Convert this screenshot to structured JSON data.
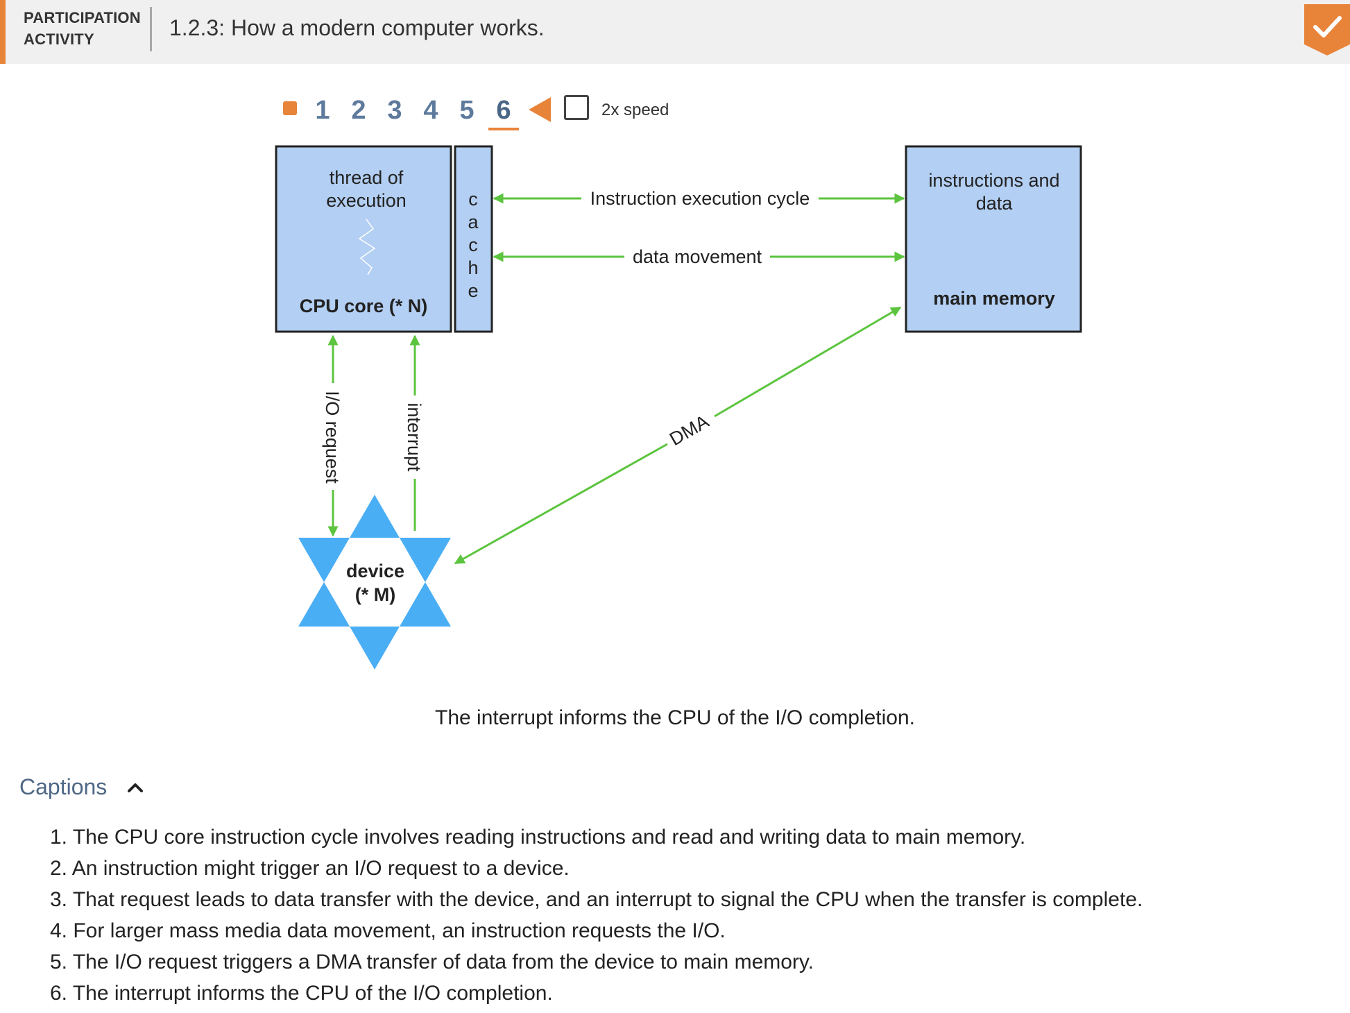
{
  "header": {
    "label_line1": "PARTICIPATION",
    "label_line2": "ACTIVITY",
    "title": "1.2.3: How a modern computer works.",
    "completed_icon": "checkmark-icon",
    "accent_color": "#e8843a"
  },
  "controls": {
    "steps": [
      "1",
      "2",
      "3",
      "4",
      "5",
      "6"
    ],
    "active_step": "6",
    "speed_label": "2x speed",
    "stop_icon": "stop-icon",
    "play_back_icon": "play-back-icon"
  },
  "diagram": {
    "cpu_thread_line1": "thread of",
    "cpu_thread_line2": "execution",
    "cpu_label": "CPU core (* N)",
    "cache_letters": [
      "c",
      "a",
      "c",
      "h",
      "e"
    ],
    "memory_line1": "instructions and",
    "memory_line2": "data",
    "memory_label": "main memory",
    "instruction_cycle_label": "Instruction execution cycle",
    "data_movement_label": "data movement",
    "io_request_label": "I/O request",
    "interrupt_label": "interrupt",
    "dma_label": "DMA",
    "device_line1": "device",
    "device_line2": "(* M)",
    "box_color": "#b3cff3",
    "device_color": "#4aaef5",
    "arrow_color": "#5cc43e"
  },
  "step_caption": "The interrupt informs the CPU of the I/O completion.",
  "captions": {
    "title": "Captions",
    "items": [
      "1. The CPU core instruction cycle involves reading instructions and read and writing data to main memory.",
      "2. An instruction might trigger an I/O request to a device.",
      "3. That request leads to data transfer with the device, and an interrupt to signal the CPU when the transfer is complete.",
      "4. For larger mass media data movement, an instruction requests the I/O.",
      "5. The I/O request triggers a DMA transfer of data from the device to main memory.",
      "6. The interrupt informs the CPU of the I/O completion."
    ]
  }
}
